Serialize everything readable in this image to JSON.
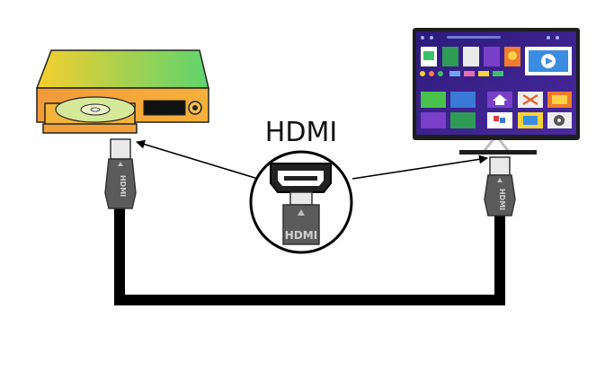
{
  "diagram": {
    "center_label": "HDMI",
    "plug_label": "HDMI",
    "devices": {
      "source": "dvd-player",
      "display": "smart-tv"
    },
    "colors": {
      "cable": "#000000",
      "plug_housing": "#5b5b5b",
      "plug_connector": "#e9e9e9",
      "player_gradient_left": "#f5cf2f",
      "player_gradient_right": "#5fd36e",
      "player_front": "#f39a3a",
      "disc": "#d6e89a",
      "tv_bezel": "#1e1e1e",
      "tv_screen": "#3b1e8e"
    },
    "icons": [
      "dvd-player-icon",
      "smart-tv-icon",
      "hdmi-port-icon",
      "hdmi-plug-icon",
      "play-icon",
      "home-icon",
      "tools-icon",
      "film-reel-icon"
    ]
  }
}
